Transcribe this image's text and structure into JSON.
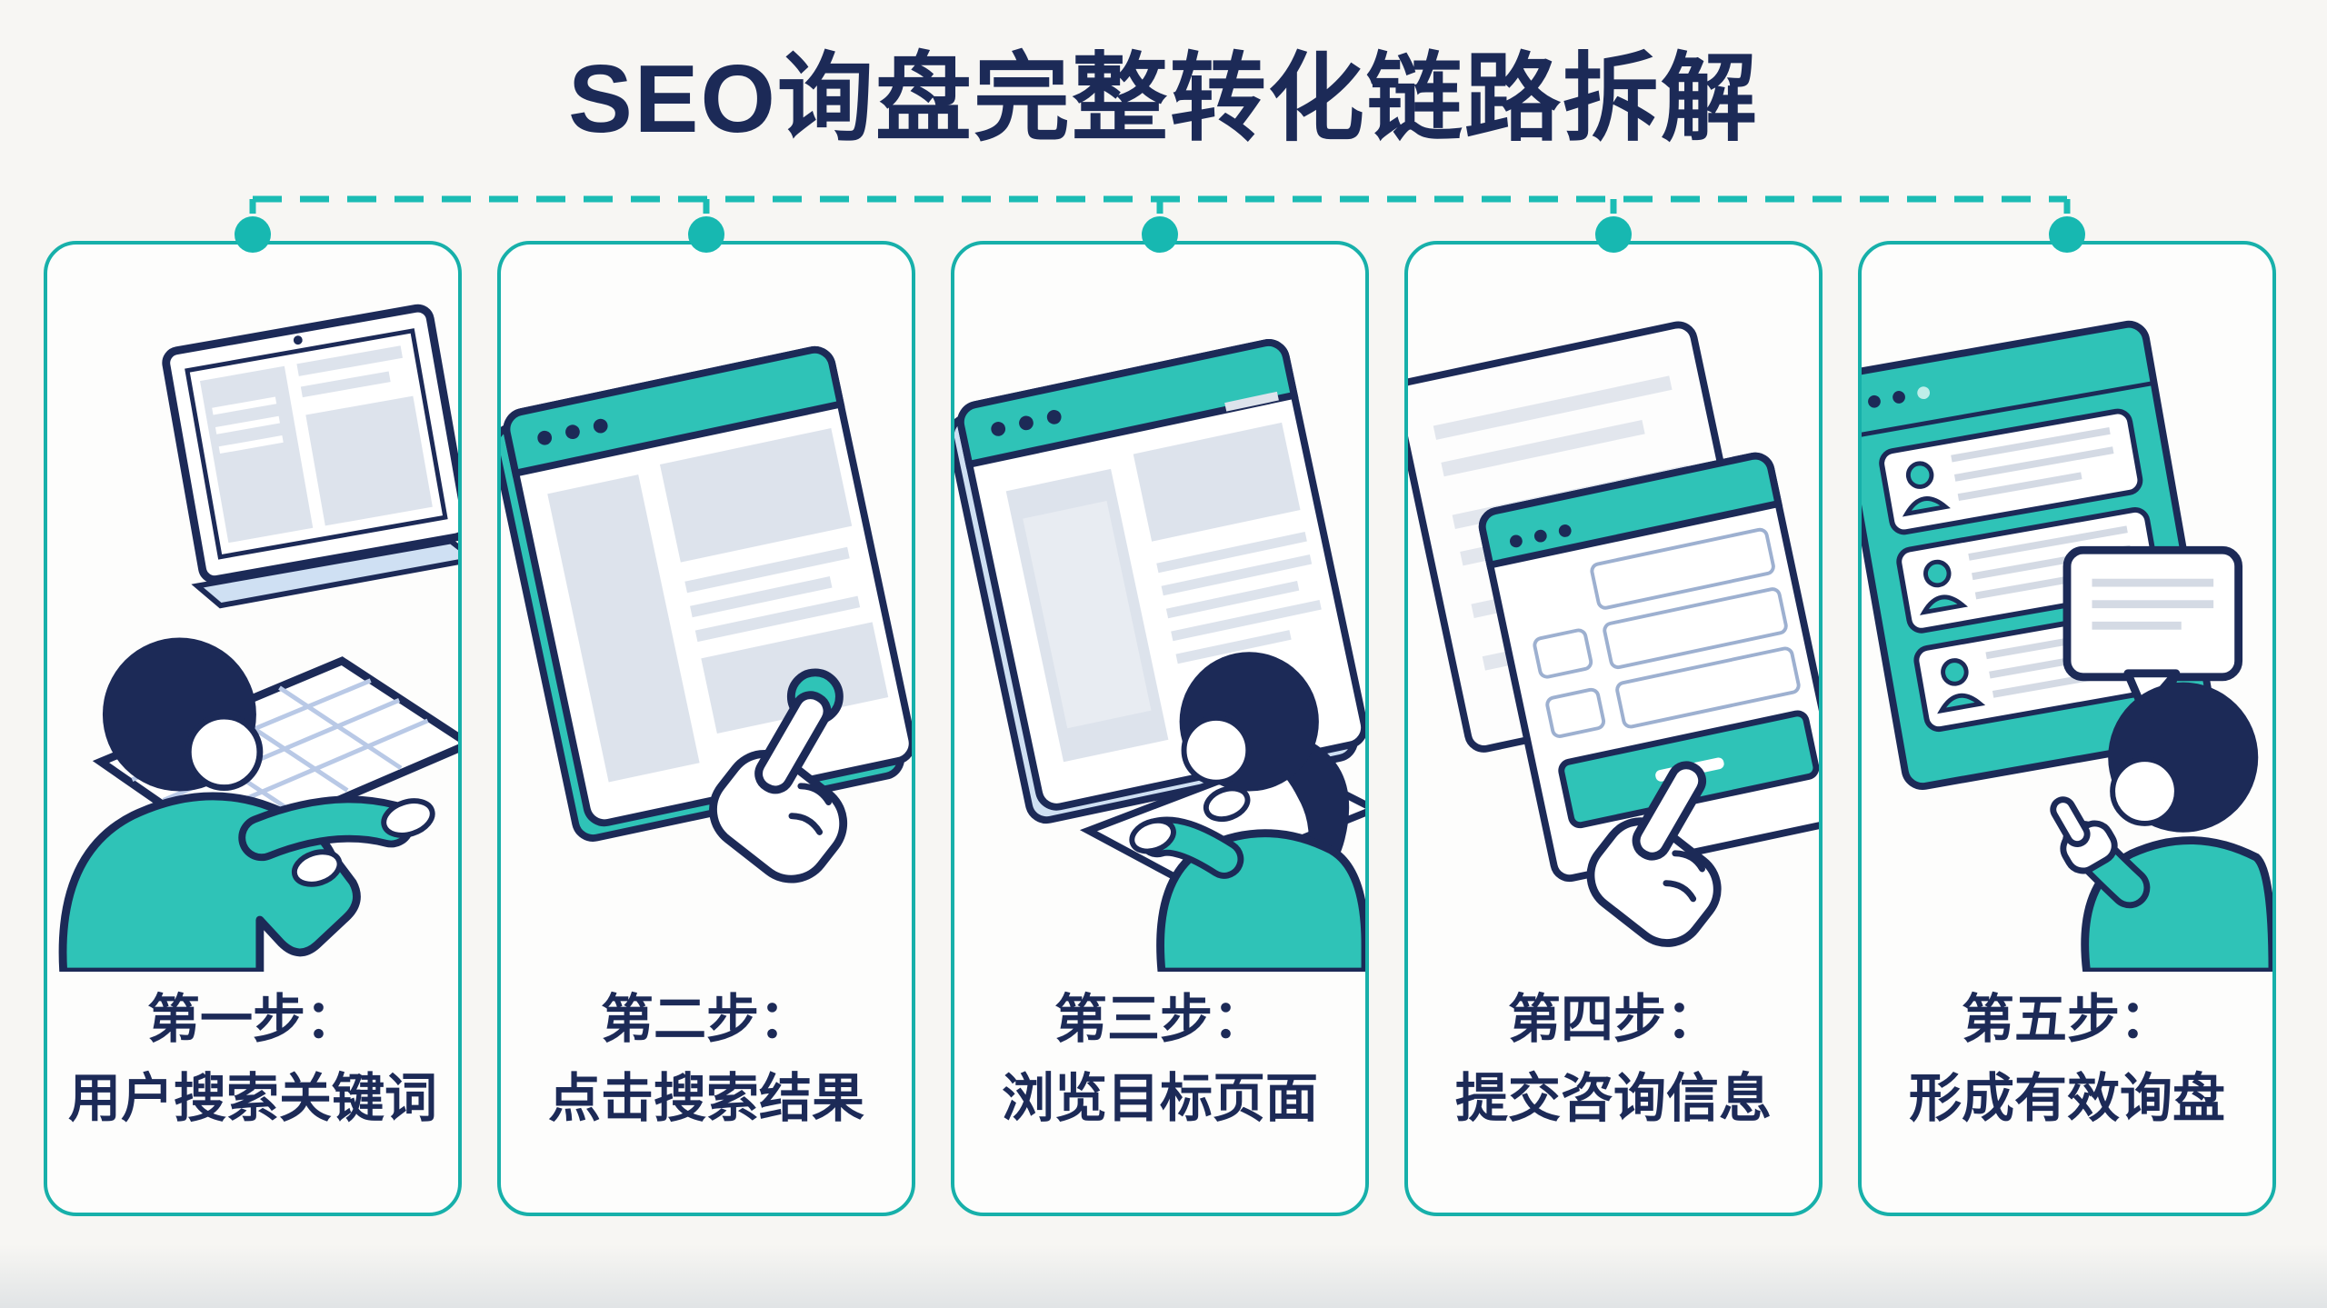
{
  "title": "SEO询盘完整转化链路拆解",
  "steps": [
    {
      "label": "第一步：",
      "desc": "用户搜索关键词",
      "icon": "user-typing-on-laptop-icon"
    },
    {
      "label": "第二步：",
      "desc": "点击搜索结果",
      "icon": "hand-clicking-search-result-icon"
    },
    {
      "label": "第三步：",
      "desc": "浏览目标页面",
      "icon": "woman-browsing-webpage-icon"
    },
    {
      "label": "第四步：",
      "desc": "提交咨询信息",
      "icon": "hand-submitting-form-icon"
    },
    {
      "label": "第五步：",
      "desc": "形成有效询盘",
      "icon": "man-reviewing-inquiry-list-icon"
    }
  ],
  "colors": {
    "accent_teal": "#1bbcb4",
    "illustration_teal": "#2fc3b7",
    "navy": "#1c2a57",
    "card_border": "#17b0aa",
    "background": "#f7f6f3"
  }
}
